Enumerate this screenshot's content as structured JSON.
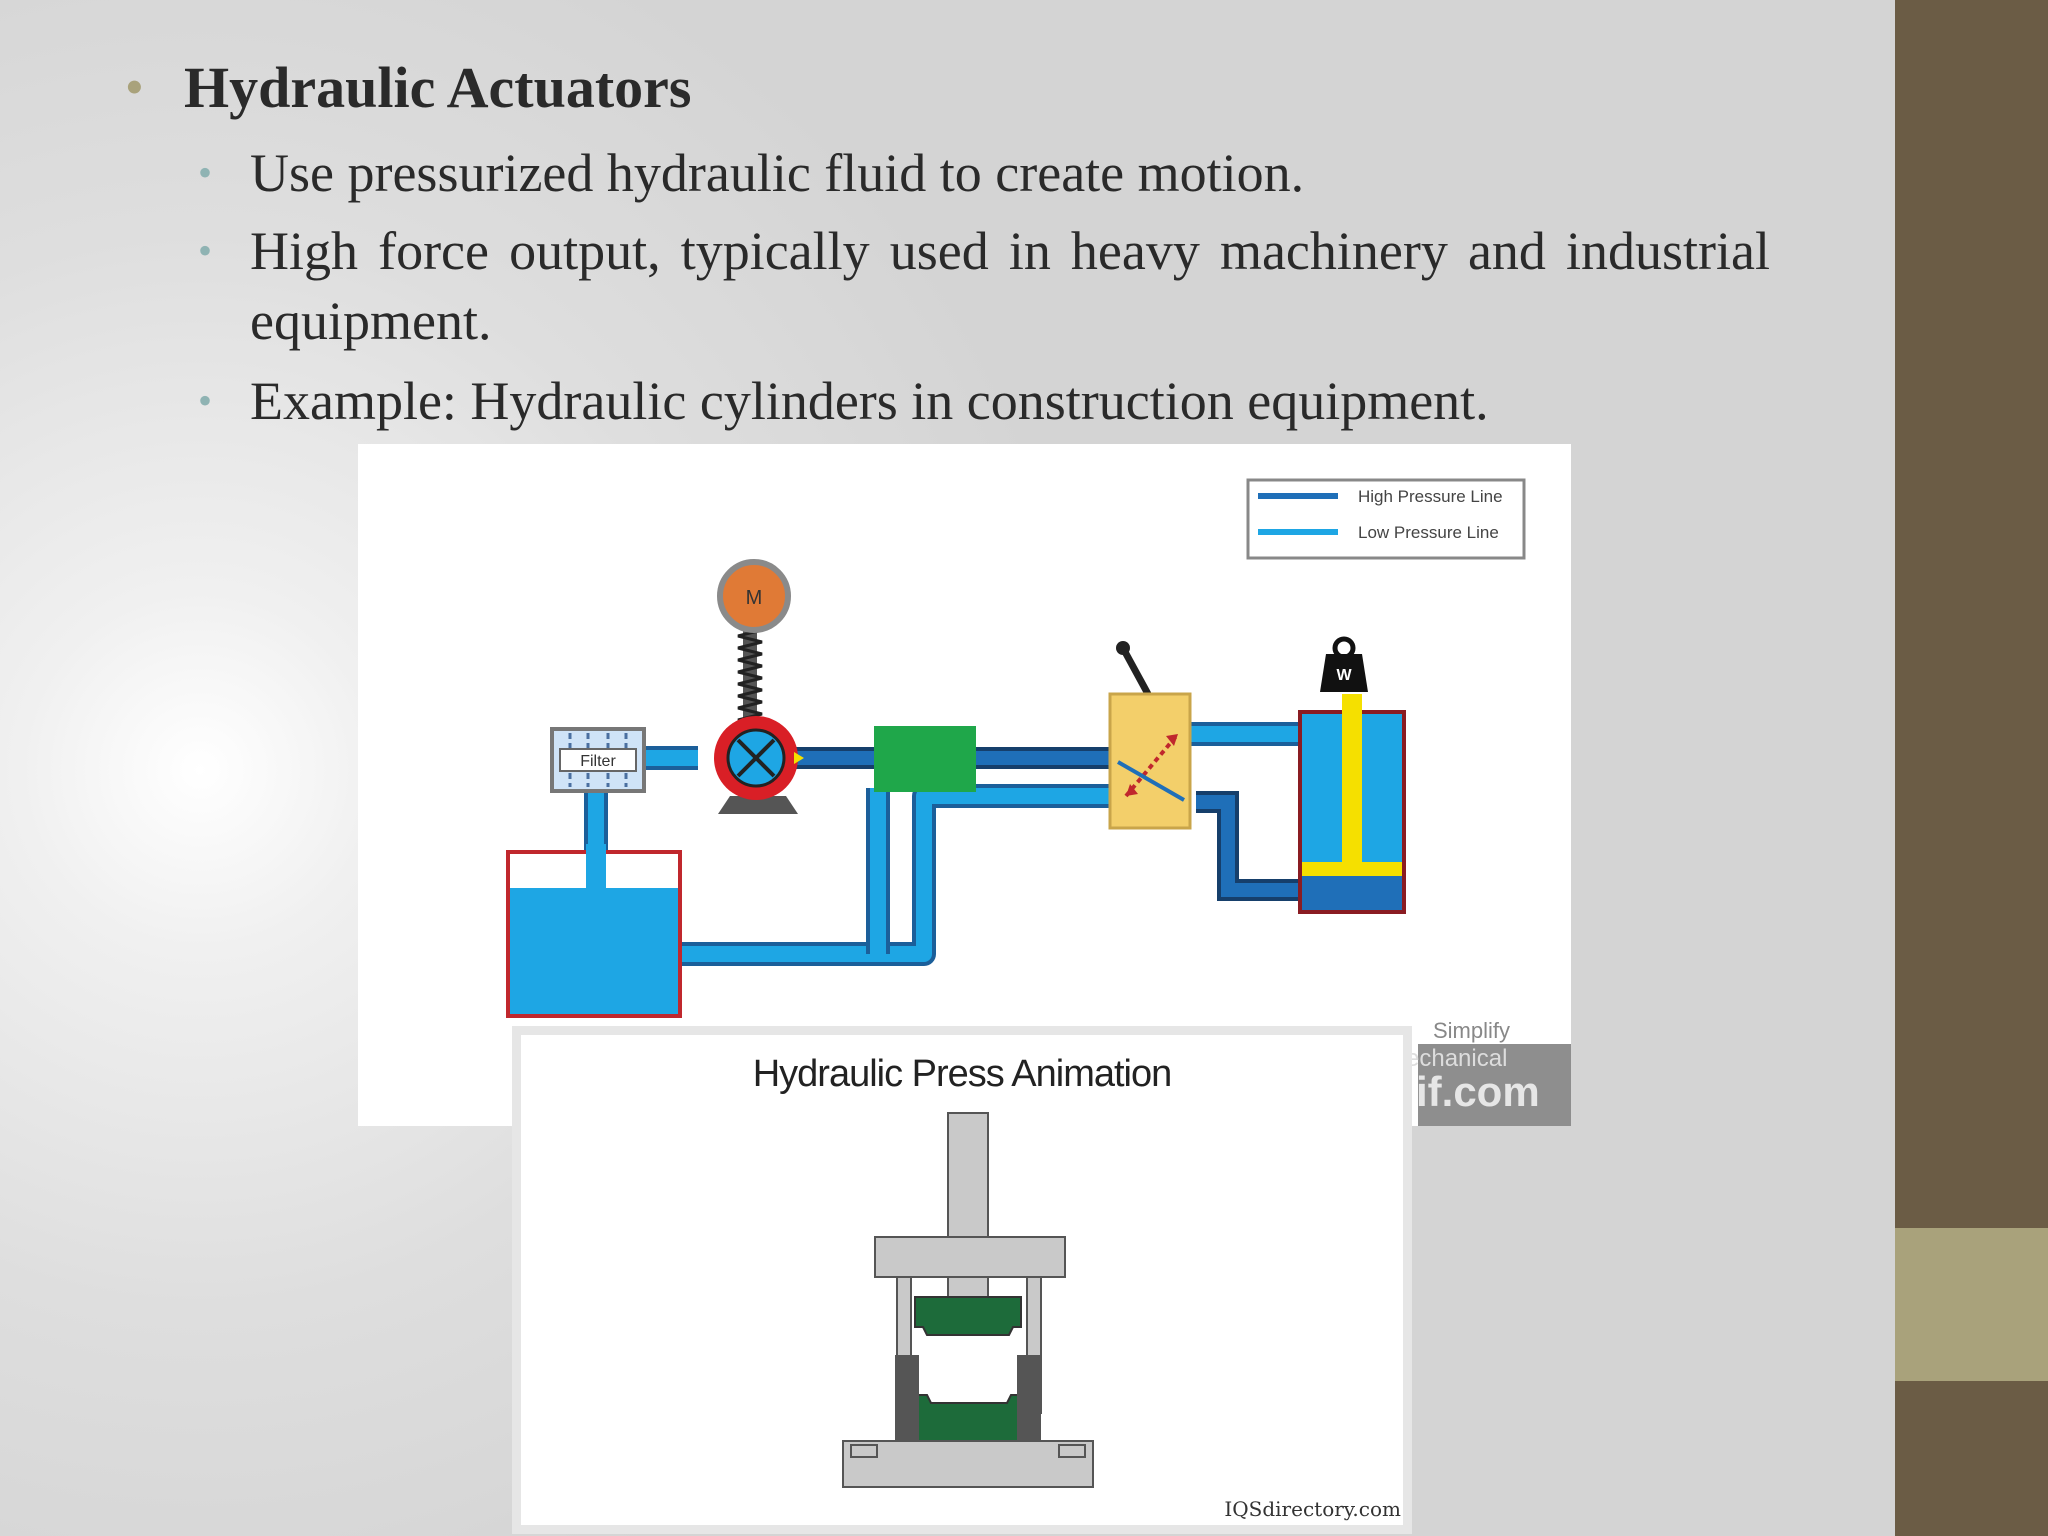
{
  "slide": {
    "heading": "Hydraulic Actuators",
    "bullets": [
      "Use pressurized hydraulic fluid to create motion.",
      "High force output, typically used in heavy machinery and industrial equipment.",
      "Example: Hydraulic cylinders in construction equipment."
    ]
  },
  "diagram": {
    "legend": {
      "high": "High Pressure Line",
      "low": "Low Pressure Line"
    },
    "motor_label": "M",
    "filter_label": "Filter",
    "weight_label": "W",
    "watermark": {
      "line1": "Simplify",
      "line2": "echanical",
      "line3": "if.com"
    },
    "colors": {
      "high_line": "#1f6fb8",
      "low_line": "#1ea6e4",
      "tank_outline": "#c0272d",
      "valve": "#f3cf6a",
      "block": "#1fa74a"
    }
  },
  "press": {
    "title": "Hydraulic Press Animation",
    "credit": "IQSdirectory.com"
  }
}
